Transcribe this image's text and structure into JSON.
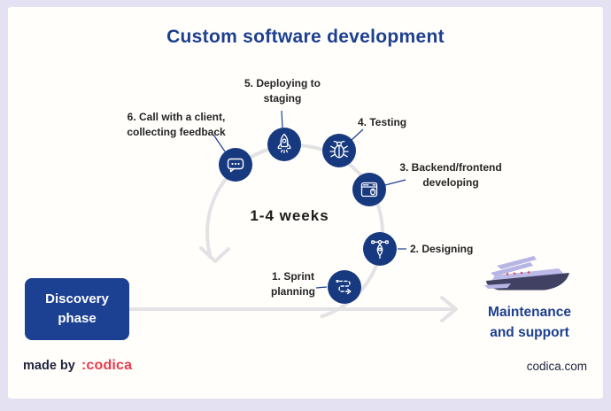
{
  "title": "Custom software development",
  "cycle": {
    "duration": "1-4 weeks",
    "steps": [
      {
        "id": 1,
        "label": "1. Sprint\nplanning",
        "icon": "sprint-route-icon"
      },
      {
        "id": 2,
        "label": "2. Designing",
        "icon": "pen-tool-icon"
      },
      {
        "id": 3,
        "label": "3. Backend/frontend\ndeveloping",
        "icon": "browser-window-icon"
      },
      {
        "id": 4,
        "label": "4. Testing",
        "icon": "bug-icon"
      },
      {
        "id": 5,
        "label": "5. Deploying to\nstaging",
        "icon": "rocket-icon"
      },
      {
        "id": 6,
        "label": "6. Call with a client,\ncollecting feedback",
        "icon": "chat-bubble-icon"
      }
    ]
  },
  "discovery": {
    "label": "Discovery\nphase"
  },
  "maintenance": {
    "label": "Maintenance\nand support"
  },
  "footer": {
    "made_by": "made by",
    "brand": ":codica",
    "website": "codica.com"
  },
  "colors": {
    "navy": "#1d3f90",
    "icon_circle": "#16397f",
    "discovery_box": "#1c4092",
    "brand_red": "#ee394b",
    "arrow_gray": "#e3e3e6",
    "frame_lavender": "#e4e2f2",
    "label_text": "#242424",
    "yacht_lavender": "#b7b5e4",
    "yacht_hull": "#414263",
    "yacht_window_red": "#d94f63"
  }
}
